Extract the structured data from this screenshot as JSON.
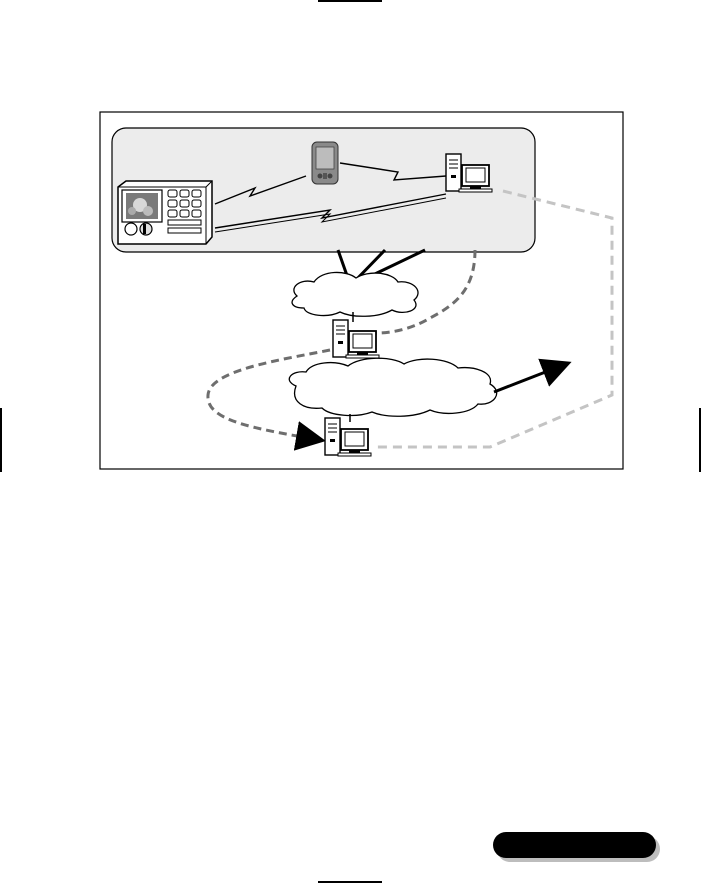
{
  "diagram": {
    "nodes": [
      {
        "id": "terminal",
        "icon": "keypad-terminal-icon"
      },
      {
        "id": "pda",
        "icon": "pda-icon"
      },
      {
        "id": "local-server",
        "icon": "server-workstation-icon"
      },
      {
        "id": "cloud-small",
        "icon": "cloud-icon"
      },
      {
        "id": "middle-server",
        "icon": "server-workstation-icon"
      },
      {
        "id": "cloud-large",
        "icon": "cloud-icon"
      },
      {
        "id": "bottom-server",
        "icon": "server-workstation-icon"
      }
    ],
    "colors": {
      "panel_fill": "#ececec",
      "frame": "#000000",
      "dark_dashed": "#6e6e6e",
      "light_dashed": "#c4c4c4"
    }
  },
  "chapter_tab": {
    "color": "#000000"
  }
}
